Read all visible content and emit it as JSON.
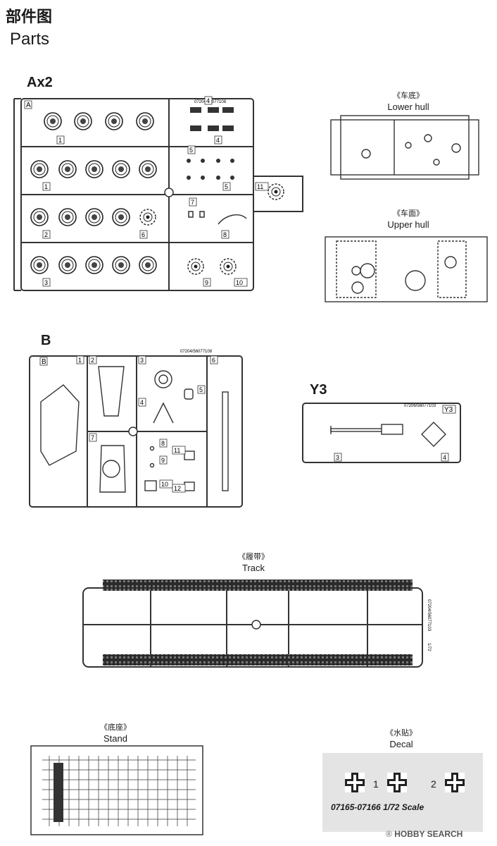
{
  "header": {
    "title_cn": "部件图",
    "title_en": "Parts"
  },
  "sprue_a": {
    "label": "Ax2",
    "frame_letter": "A",
    "code": "07204/56077108",
    "cell_numbers": [
      "1",
      "1",
      "2",
      "3",
      "4",
      "4",
      "5",
      "5",
      "6",
      "7",
      "8",
      "9",
      "10",
      "11"
    ]
  },
  "sprue_b": {
    "label": "B",
    "frame_letter": "B",
    "code": "07204/56077108",
    "cell_numbers": [
      "1",
      "2",
      "3",
      "4",
      "5",
      "6",
      "7",
      "8",
      "9",
      "10",
      "11",
      "12"
    ]
  },
  "sprue_y3": {
    "label": "Y3",
    "frame_letter": "Y3",
    "code": "07206/56077103",
    "cell_numbers": [
      "3",
      "4"
    ]
  },
  "lower_hull": {
    "cn": "《车底》",
    "en": "Lower hull"
  },
  "upper_hull": {
    "cn": "《车面》",
    "en": "Upper hull"
  },
  "track": {
    "cn": "《履带》",
    "en": "Track",
    "code": "07204/56077103",
    "scale": "1/72"
  },
  "stand": {
    "cn": "《底座》",
    "en": "Stand"
  },
  "decal": {
    "cn": "《水贴》",
    "en": "Decal",
    "n1": "1",
    "n2": "2",
    "scale_text": "07165-07166 1/72 Scale"
  },
  "watermark": {
    "prefix": "®",
    "text": "HOBBY SEARCH"
  }
}
